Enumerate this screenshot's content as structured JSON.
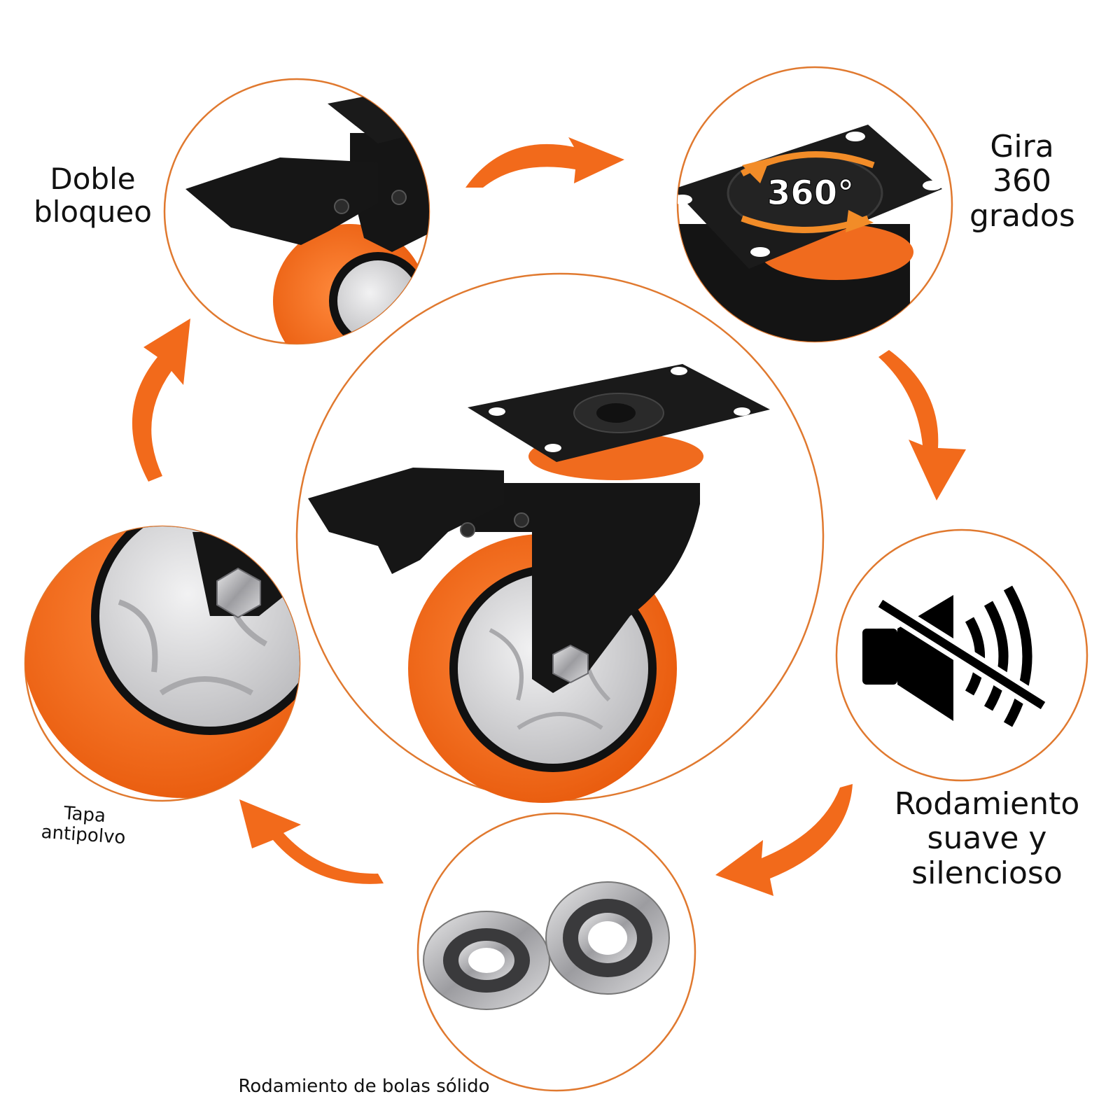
{
  "labels": {
    "double_lock": "Doble bloqueo",
    "rotate": "Gira 360 grados",
    "quiet": "Rodamiento suave y silencioso",
    "dust_cap": "Tapa antipolvo",
    "ball_bearing": "Rodamiento de bolas sólido",
    "degrees": "360°"
  },
  "colors": {
    "accent_orange": "#f26a1b",
    "ring_orange": "#e0792f",
    "steel_black": "#141414",
    "hub_gray": "#d4d4d6"
  },
  "icons": [
    "mute-speaker-icon",
    "rotation-arrows-icon"
  ]
}
